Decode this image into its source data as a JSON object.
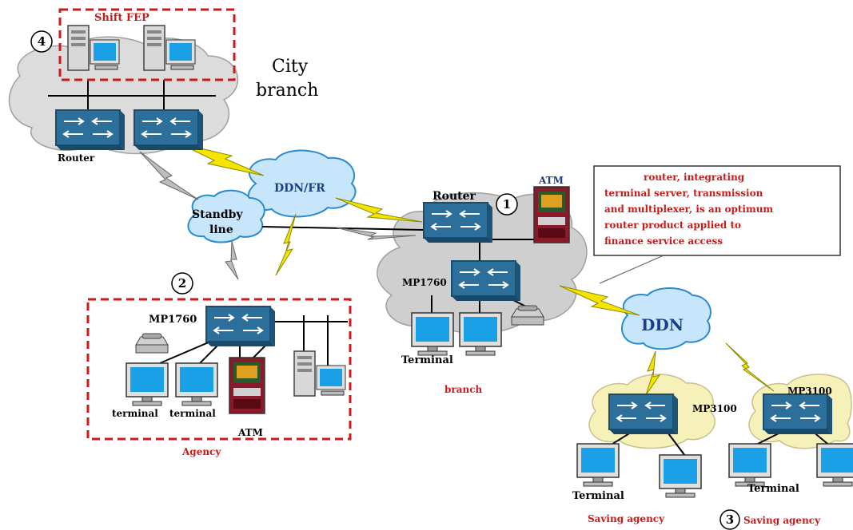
{
  "labels": {
    "shift_fep": "Shift FEP",
    "city_branch_1": "City",
    "city_branch_2": "branch",
    "router_city": "Router",
    "ddn_fr": "DDN/FR",
    "standby_1": "Standby",
    "standby_2": "line",
    "router_branch": "Router",
    "atm_branch": "ATM",
    "mp1760_branch": "MP1760",
    "terminal_branch": "Terminal",
    "branch": "branch",
    "mp1760_agency": "MP1760",
    "terminal_a": "terminal",
    "terminal_b": "terminal",
    "atm_agency": "ATM",
    "agency": "Agency",
    "ddn": "DDN",
    "mp3100_1": "MP3100",
    "mp3100_2": "MP3100",
    "terminal_saving1": "Terminal",
    "terminal_saving2": "Terminal",
    "saving_agency_1": "Saving agency",
    "saving_agency_2": "Saving agency",
    "num_1": "1",
    "num_2": "2",
    "num_3": "3",
    "num_4": "4"
  },
  "callout": {
    "line1": "router, integrating",
    "line2": "terminal server, transmission",
    "line3": "and multiplexer, is an optimum",
    "line4": "router product applied to",
    "line5": "finance service access"
  },
  "colors": {
    "accent_red": "#cc1a1a",
    "device_blue": "#2b6f9a",
    "cloud_grey": "#d3d3d3",
    "cloud_yellow": "#f6f1b8",
    "cloud_blue": "#c8e6fb",
    "lightning": "#f4e400"
  }
}
